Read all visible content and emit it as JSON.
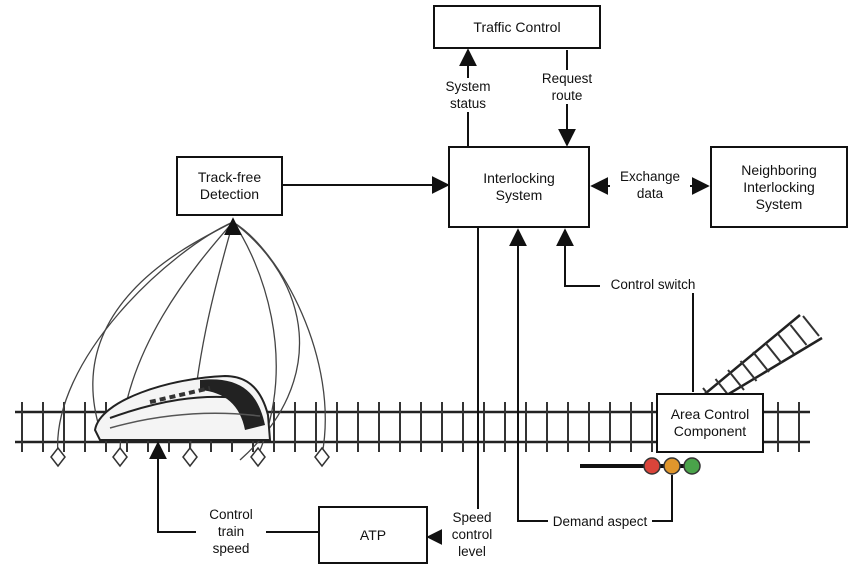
{
  "boxes": {
    "traffic_control": "Traffic Control",
    "interlocking_system": "Interlocking\nSystem",
    "neighboring_interlocking": "Neighboring\nInterlocking\nSystem",
    "track_free_detection": "Track-free\nDetection",
    "area_control_component": "Area Control\nComponent",
    "atp": "ATP"
  },
  "labels": {
    "system_status": "System\nstatus",
    "request_route": "Request\nroute",
    "exchange_data": "Exchange\ndata",
    "control_switch": "Control switch",
    "demand_aspect": "Demand aspect",
    "speed_control_level": "Speed\ncontrol\nlevel",
    "control_train_speed": "Control\ntrain\nspeed"
  },
  "signal_lights": [
    "#d9443a",
    "#e0962c",
    "#4aa34a"
  ]
}
